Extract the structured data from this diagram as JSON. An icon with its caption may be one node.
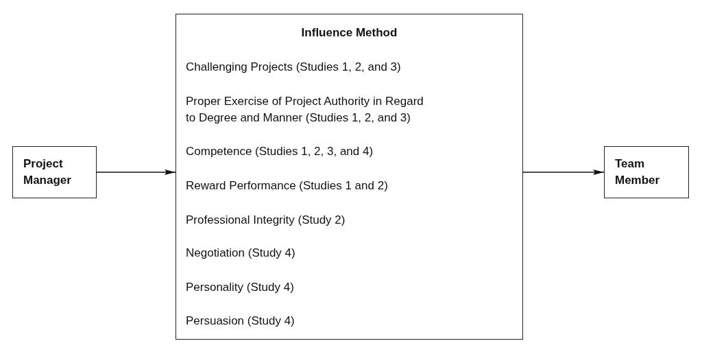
{
  "diagram": {
    "nodes": [
      {
        "text": [
          "Project Manager"
        ]
      },
      {
        "text": [
          "Influence Method",
          "Challenging Projects (Studies 1, 2, and 3)",
          "Proper Exercise of Project Authority in Regard to Degree and Manner (Studies 1, 2, and 3)",
          "Competence (Studies 1, 2, 3, and 4)",
          "Reward Performance (Studies 1 and 2)",
          "Professional Integrity (Study 2)",
          "Negotiation (Study 4)",
          "Personality (Study 4)",
          "Persuasion (Study 4)"
        ]
      },
      {
        "text": [
          "Team Member"
        ]
      }
    ],
    "edges": [
      {
        "from": 0,
        "to": 1,
        "arrow": "to"
      },
      {
        "from": 1,
        "to": 2,
        "arrow": "to"
      }
    ]
  }
}
